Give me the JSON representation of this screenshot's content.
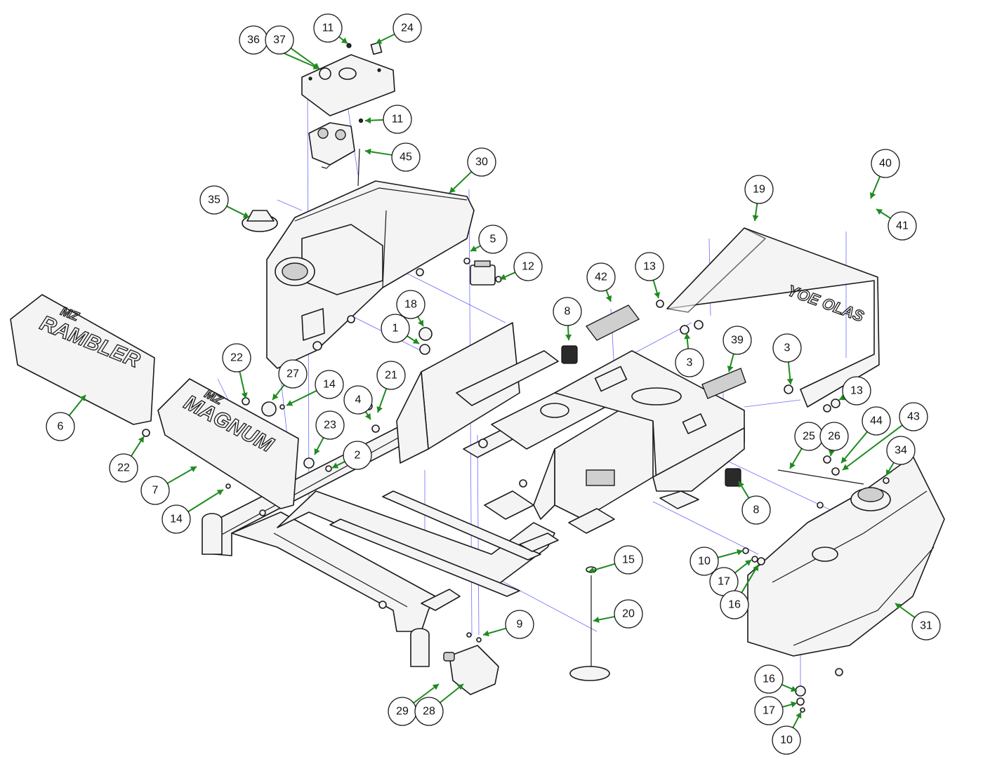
{
  "decals": {
    "rambler": "RAMBLER",
    "magnum": "MAGNUM",
    "mz_a": "MZ",
    "mz_b": "MZ"
  },
  "callouts": [
    {
      "label": "36"
    },
    {
      "label": "37"
    },
    {
      "label": "11"
    },
    {
      "label": "24"
    },
    {
      "label": "11"
    },
    {
      "label": "45"
    },
    {
      "label": "30"
    },
    {
      "label": "35"
    },
    {
      "label": "5"
    },
    {
      "label": "12"
    },
    {
      "label": "18"
    },
    {
      "label": "1"
    },
    {
      "label": "21"
    },
    {
      "label": "4"
    },
    {
      "label": "22"
    },
    {
      "label": "27"
    },
    {
      "label": "14"
    },
    {
      "label": "23"
    },
    {
      "label": "2"
    },
    {
      "label": "6"
    },
    {
      "label": "22"
    },
    {
      "label": "7"
    },
    {
      "label": "14"
    },
    {
      "label": "8"
    },
    {
      "label": "42"
    },
    {
      "label": "13"
    },
    {
      "label": "3"
    },
    {
      "label": "39"
    },
    {
      "label": "19"
    },
    {
      "label": "40"
    },
    {
      "label": "41"
    },
    {
      "label": "3"
    },
    {
      "label": "13"
    },
    {
      "label": "25"
    },
    {
      "label": "26"
    },
    {
      "label": "44"
    },
    {
      "label": "43"
    },
    {
      "label": "34"
    },
    {
      "label": "8"
    },
    {
      "label": "10"
    },
    {
      "label": "17"
    },
    {
      "label": "16"
    },
    {
      "label": "15"
    },
    {
      "label": "20"
    },
    {
      "label": "31"
    },
    {
      "label": "9"
    },
    {
      "label": "29"
    },
    {
      "label": "28"
    },
    {
      "label": "16"
    },
    {
      "label": "17"
    },
    {
      "label": "10"
    }
  ]
}
